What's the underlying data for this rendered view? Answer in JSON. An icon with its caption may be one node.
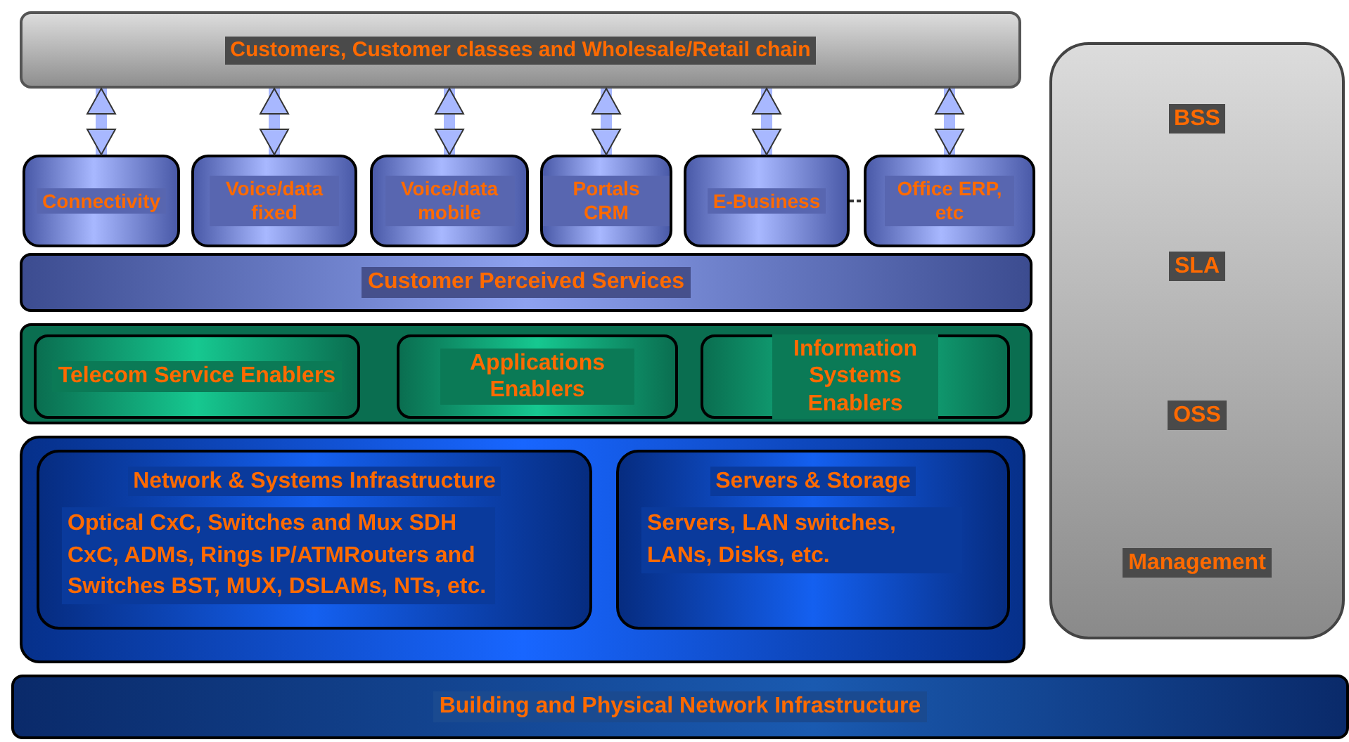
{
  "diagram": {
    "nodes": [
      {
        "text": [
          "Customers, Customer classes and Wholesale/Retail chain"
        ]
      },
      {
        "text": [
          "Connectivity"
        ]
      },
      {
        "text": [
          "Voice/data fixed"
        ]
      },
      {
        "text": [
          "Voice/data mobile"
        ]
      },
      {
        "text": [
          "Portals CRM"
        ]
      },
      {
        "text": [
          "E-Business"
        ]
      },
      {
        "text": [
          "Office ERP, etc"
        ]
      },
      {
        "text": [
          "Customer Perceived Services"
        ]
      },
      {
        "text": [],
        "shape": "box"
      },
      {
        "text": [
          "Telecom Service Enablers"
        ],
        "in": 8
      },
      {
        "text": [
          "Applications Enablers"
        ],
        "in": 8
      },
      {
        "text": [
          "Information Systems Enablers"
        ],
        "in": 8
      },
      {
        "text": [],
        "shape": "box"
      },
      {
        "text": [
          "Network & Systems Infrastructure",
          "Optical CxC, Switches and Mux SDH CxC, ADMs, Rings IP/ATMRouters and Switches BST, MUX, DSLAMs, NTs, etc."
        ],
        "in": 12
      },
      {
        "text": [
          "Servers & Storage",
          "Servers, LAN switches, LANs, Disks, etc."
        ],
        "in": 12
      },
      {
        "text": [
          "Building and Physical Network Infrastructure"
        ]
      },
      {
        "text": [
          "BSS",
          "SLA",
          "OSS",
          "Management"
        ]
      }
    ],
    "edges": [
      {
        "from": 0,
        "to": 1,
        "arrow": "both"
      },
      {
        "from": 0,
        "to": 2,
        "arrow": "both"
      },
      {
        "from": 0,
        "to": 3,
        "arrow": "both"
      },
      {
        "from": 0,
        "to": 4,
        "arrow": "both"
      },
      {
        "from": 0,
        "to": 5,
        "arrow": "both"
      },
      {
        "from": 0,
        "to": 6,
        "arrow": "both"
      },
      {
        "from": 5,
        "to": 6,
        "arrow": "none",
        "style": "dashed",
        "color": "#333333"
      }
    ]
  }
}
